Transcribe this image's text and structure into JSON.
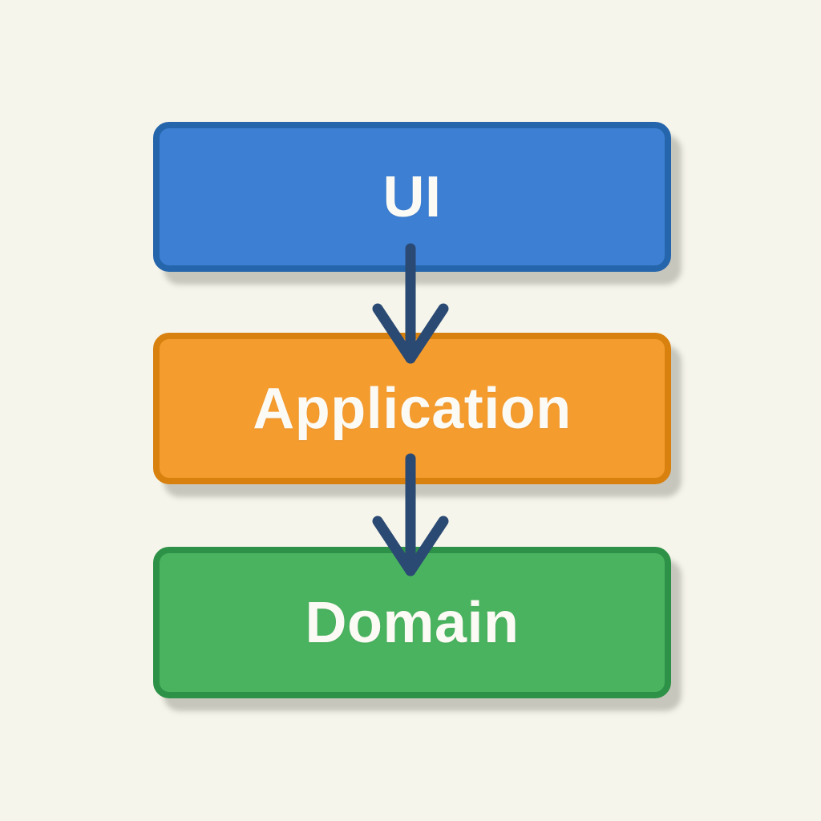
{
  "diagram": {
    "type": "layered-architecture-flow",
    "background_color": "#f6f5eb",
    "arrow_color": "#2b4a73",
    "text_color": "#fbfaf4",
    "nodes": [
      {
        "id": "ui",
        "label": "UI",
        "fill": "#3d7fd3",
        "border": "#2565ab"
      },
      {
        "id": "application",
        "label": "Application",
        "fill": "#f59c2f",
        "border": "#d8810f"
      },
      {
        "id": "domain",
        "label": "Domain",
        "fill": "#4ab35f",
        "border": "#2d9247"
      }
    ],
    "edges": [
      {
        "from": "UI",
        "to": "Application",
        "direction": "down"
      },
      {
        "from": "Application",
        "to": "Domain",
        "direction": "down"
      }
    ]
  }
}
